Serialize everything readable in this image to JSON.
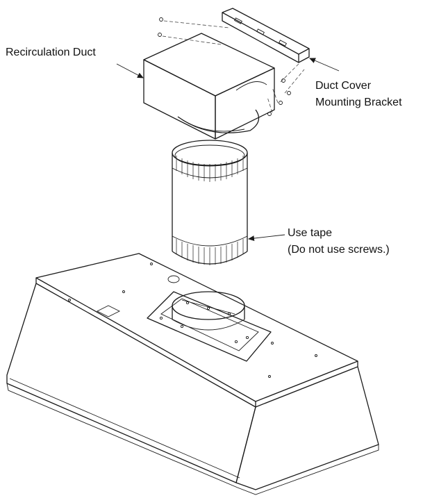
{
  "labels": {
    "recirculation_duct": "Recirculation Duct",
    "duct_cover_line1": "Duct Cover",
    "duct_cover_line2": "Mounting Bracket",
    "use_tape": "Use tape",
    "no_screws": "(Do not use screws.)"
  },
  "colors": {
    "line": "#1a1a1a",
    "shade": "#e6e6e6",
    "background": "#ffffff"
  }
}
